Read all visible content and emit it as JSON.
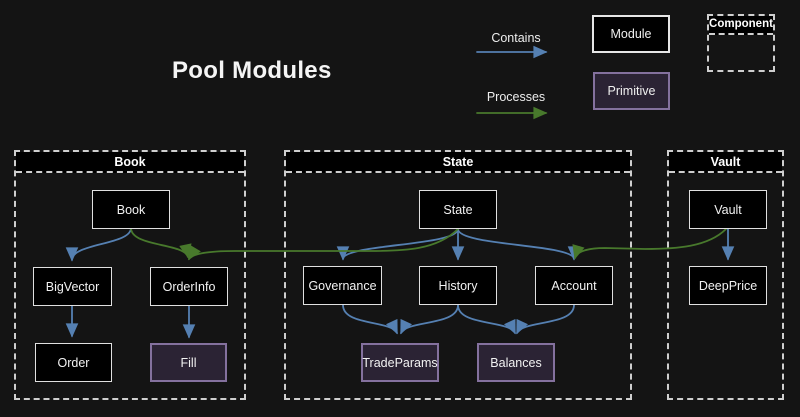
{
  "title": "Pool Modules",
  "legend": {
    "contains": "Contains",
    "processes": "Processes",
    "module": "Module",
    "primitive": "Primitive",
    "component": "Component"
  },
  "colors": {
    "background": "#141414",
    "module_fill": "#000000",
    "module_border": "#e6e6e6",
    "primitive_fill": "#2b2334",
    "primitive_border": "#84719e",
    "contains_edge_blue": "#5580b2",
    "processes_edge_green": "#48792c",
    "container_dashed_border": "#cfcfcf",
    "text": "#f2f2f2"
  },
  "containers": {
    "book": {
      "label": "Book"
    },
    "state": {
      "label": "State"
    },
    "vault": {
      "label": "Vault"
    }
  },
  "nodes": {
    "book": {
      "label": "Book",
      "type": "module",
      "group": "book"
    },
    "bigvector": {
      "label": "BigVector",
      "type": "module",
      "group": "book"
    },
    "orderinfo": {
      "label": "OrderInfo",
      "type": "module",
      "group": "book"
    },
    "order": {
      "label": "Order",
      "type": "module",
      "group": "book"
    },
    "fill": {
      "label": "Fill",
      "type": "primitive",
      "group": "book"
    },
    "state": {
      "label": "State",
      "type": "module",
      "group": "state"
    },
    "governance": {
      "label": "Governance",
      "type": "module",
      "group": "state"
    },
    "history": {
      "label": "History",
      "type": "module",
      "group": "state"
    },
    "account": {
      "label": "Account",
      "type": "module",
      "group": "state"
    },
    "tradeparams": {
      "label": "TradeParams",
      "type": "primitive",
      "group": "state"
    },
    "balances": {
      "label": "Balances",
      "type": "primitive",
      "group": "state"
    },
    "vault": {
      "label": "Vault",
      "type": "module",
      "group": "vault"
    },
    "deepprice": {
      "label": "DeepPrice",
      "type": "module",
      "group": "vault"
    }
  },
  "edges": [
    {
      "from": "Book",
      "to": "BigVector",
      "relation": "contains"
    },
    {
      "from": "BigVector",
      "to": "Order",
      "relation": "contains"
    },
    {
      "from": "OrderInfo",
      "to": "Fill",
      "relation": "contains"
    },
    {
      "from": "Book",
      "to": "OrderInfo",
      "relation": "processes"
    },
    {
      "from": "State",
      "to": "Governance",
      "relation": "contains"
    },
    {
      "from": "State",
      "to": "History",
      "relation": "contains"
    },
    {
      "from": "State",
      "to": "Account",
      "relation": "contains"
    },
    {
      "from": "Governance",
      "to": "TradeParams",
      "relation": "contains"
    },
    {
      "from": "History",
      "to": "TradeParams",
      "relation": "contains"
    },
    {
      "from": "History",
      "to": "Balances",
      "relation": "contains"
    },
    {
      "from": "Account",
      "to": "Balances",
      "relation": "contains"
    },
    {
      "from": "State",
      "to": "OrderInfo",
      "relation": "processes"
    },
    {
      "from": "Vault",
      "to": "DeepPrice",
      "relation": "contains"
    },
    {
      "from": "Vault",
      "to": "Account",
      "relation": "processes"
    }
  ]
}
